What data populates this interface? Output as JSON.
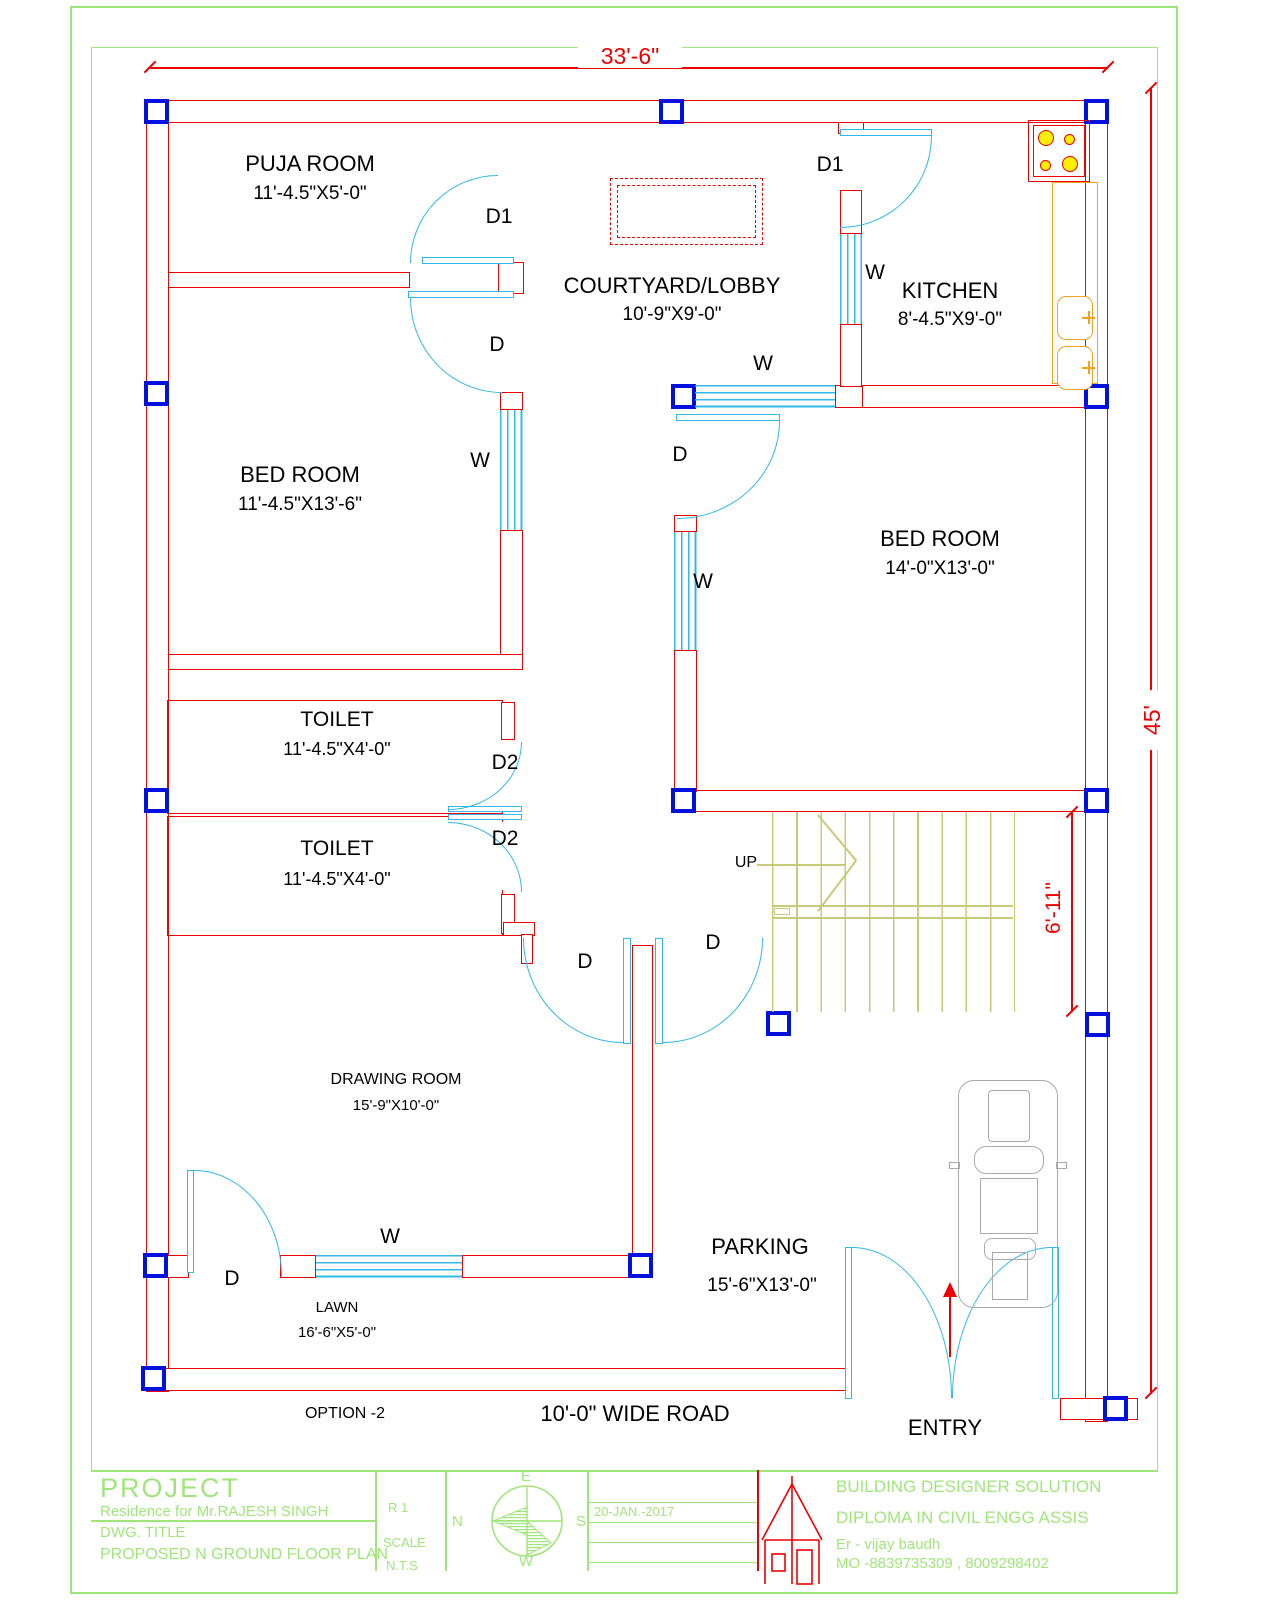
{
  "colors": {
    "wall_red": "#ee0000",
    "opening_cyan": "#31b8e8",
    "column_blue": "#0010dd",
    "stair_khaki": "#c9c97a",
    "sheet_green": "#9fe67a",
    "fixture_orange": "#f5a01e",
    "burner_yellow": "#ffee00",
    "car_gray": "#aaaaaa"
  },
  "dimensions": {
    "overall_width": "33'-6\"",
    "overall_depth": "45'",
    "stair_width": "6'-11\""
  },
  "rooms": [
    {
      "name": "PUJA ROOM",
      "size": "11'-4.5\"X5'-0\""
    },
    {
      "name": "COURTYARD/LOBBY",
      "size": "10'-9\"X9'-0\""
    },
    {
      "name": "KITCHEN",
      "size": "8'-4.5\"X9'-0\""
    },
    {
      "name": "BED ROOM",
      "size": "11'-4.5\"X13'-6\""
    },
    {
      "name": "BED ROOM",
      "size": "14'-0\"X13'-0\""
    },
    {
      "name": "TOILET",
      "size": "11'-4.5\"X4'-0\""
    },
    {
      "name": "TOILET",
      "size": "11'-4.5\"X4'-0\""
    },
    {
      "name": "DRAWING ROOM",
      "size": "15'-9\"X10'-0\""
    },
    {
      "name": "LAWN",
      "size": "16'-6\"X5'-0\""
    },
    {
      "name": "PARKING",
      "size": "15'-6\"X13'-0\""
    }
  ],
  "labels": {
    "door": "D",
    "door_main": "D1",
    "door_toilet": "D2",
    "window": "W",
    "up": "UP",
    "entry": "ENTRY",
    "option": "OPTION -2",
    "road": "10'-0\" WIDE ROAD"
  },
  "title_block": {
    "project_label": "PROJECT",
    "project_name": "Residence for Mr.RAJESH SINGH",
    "dwg_label": "DWG. TITLE",
    "dwg_title": "PROPOSED N GROUND FLOOR PLAN",
    "revision": "R 1",
    "scale_label": "SCALE",
    "scale_value": "N.T.S",
    "date": "20-JAN.-2017",
    "compass": {
      "e": "E",
      "n": "N",
      "s": "S",
      "w": "W"
    },
    "company": "BUILDING DESIGNER SOLUTION",
    "qualification": "DIPLOMA IN CIVIL ENGG  ASSIS",
    "engineer": "Er - vijay baudh",
    "mobile": "MO -8839735309 , 8009298402"
  }
}
